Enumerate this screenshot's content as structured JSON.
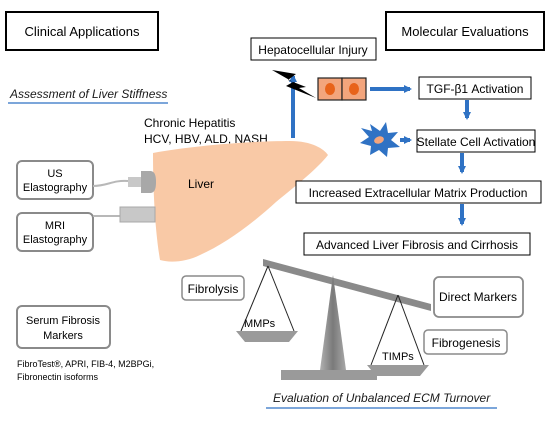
{
  "headers": {
    "clinical": "Clinical Applications",
    "molecular": "Molecular Evaluations"
  },
  "sections": {
    "liver_stiffness": "Assessment of Liver Stiffness",
    "ecm_turnover": "Evaluation of Unbalanced ECM Turnover"
  },
  "etiology": {
    "line1": "Chronic Hepatitis",
    "line2": "HCV, HBV, ALD, NASH"
  },
  "liver_label": "Liver",
  "devices": {
    "us": [
      "US",
      "Elastography"
    ],
    "mri": [
      "MRI",
      "Elastography"
    ]
  },
  "serum": {
    "box": [
      "Serum Fibrosis",
      "Markers"
    ],
    "list_line1": "FibroTest®, APRI, FIB-4, M2BPGi,",
    "list_line2": "Fibronectin isoforms"
  },
  "pathway": {
    "injury": "Hepatocellular Injury",
    "tgf": "TGF-β1 Activation",
    "stellate": "Stellate Cell Activation",
    "ecm": "Increased Extracellular Matrix Production",
    "fibrosis": "Advanced Liver Fibrosis and Cirrhosis"
  },
  "balance": {
    "fibrolysis": "Fibrolysis",
    "mmps": "MMPs",
    "timps": "TIMPs",
    "fibrogenesis": "Fibrogenesis",
    "direct": "Direct Markers"
  },
  "colors": {
    "arrow": "#2f72c4",
    "liver": "#f9c9a6",
    "cell": "#f3a57c",
    "nucleus": "#e8631a",
    "gray_dark": "#8a8a8a",
    "gray_light": "#c8c8c8"
  }
}
